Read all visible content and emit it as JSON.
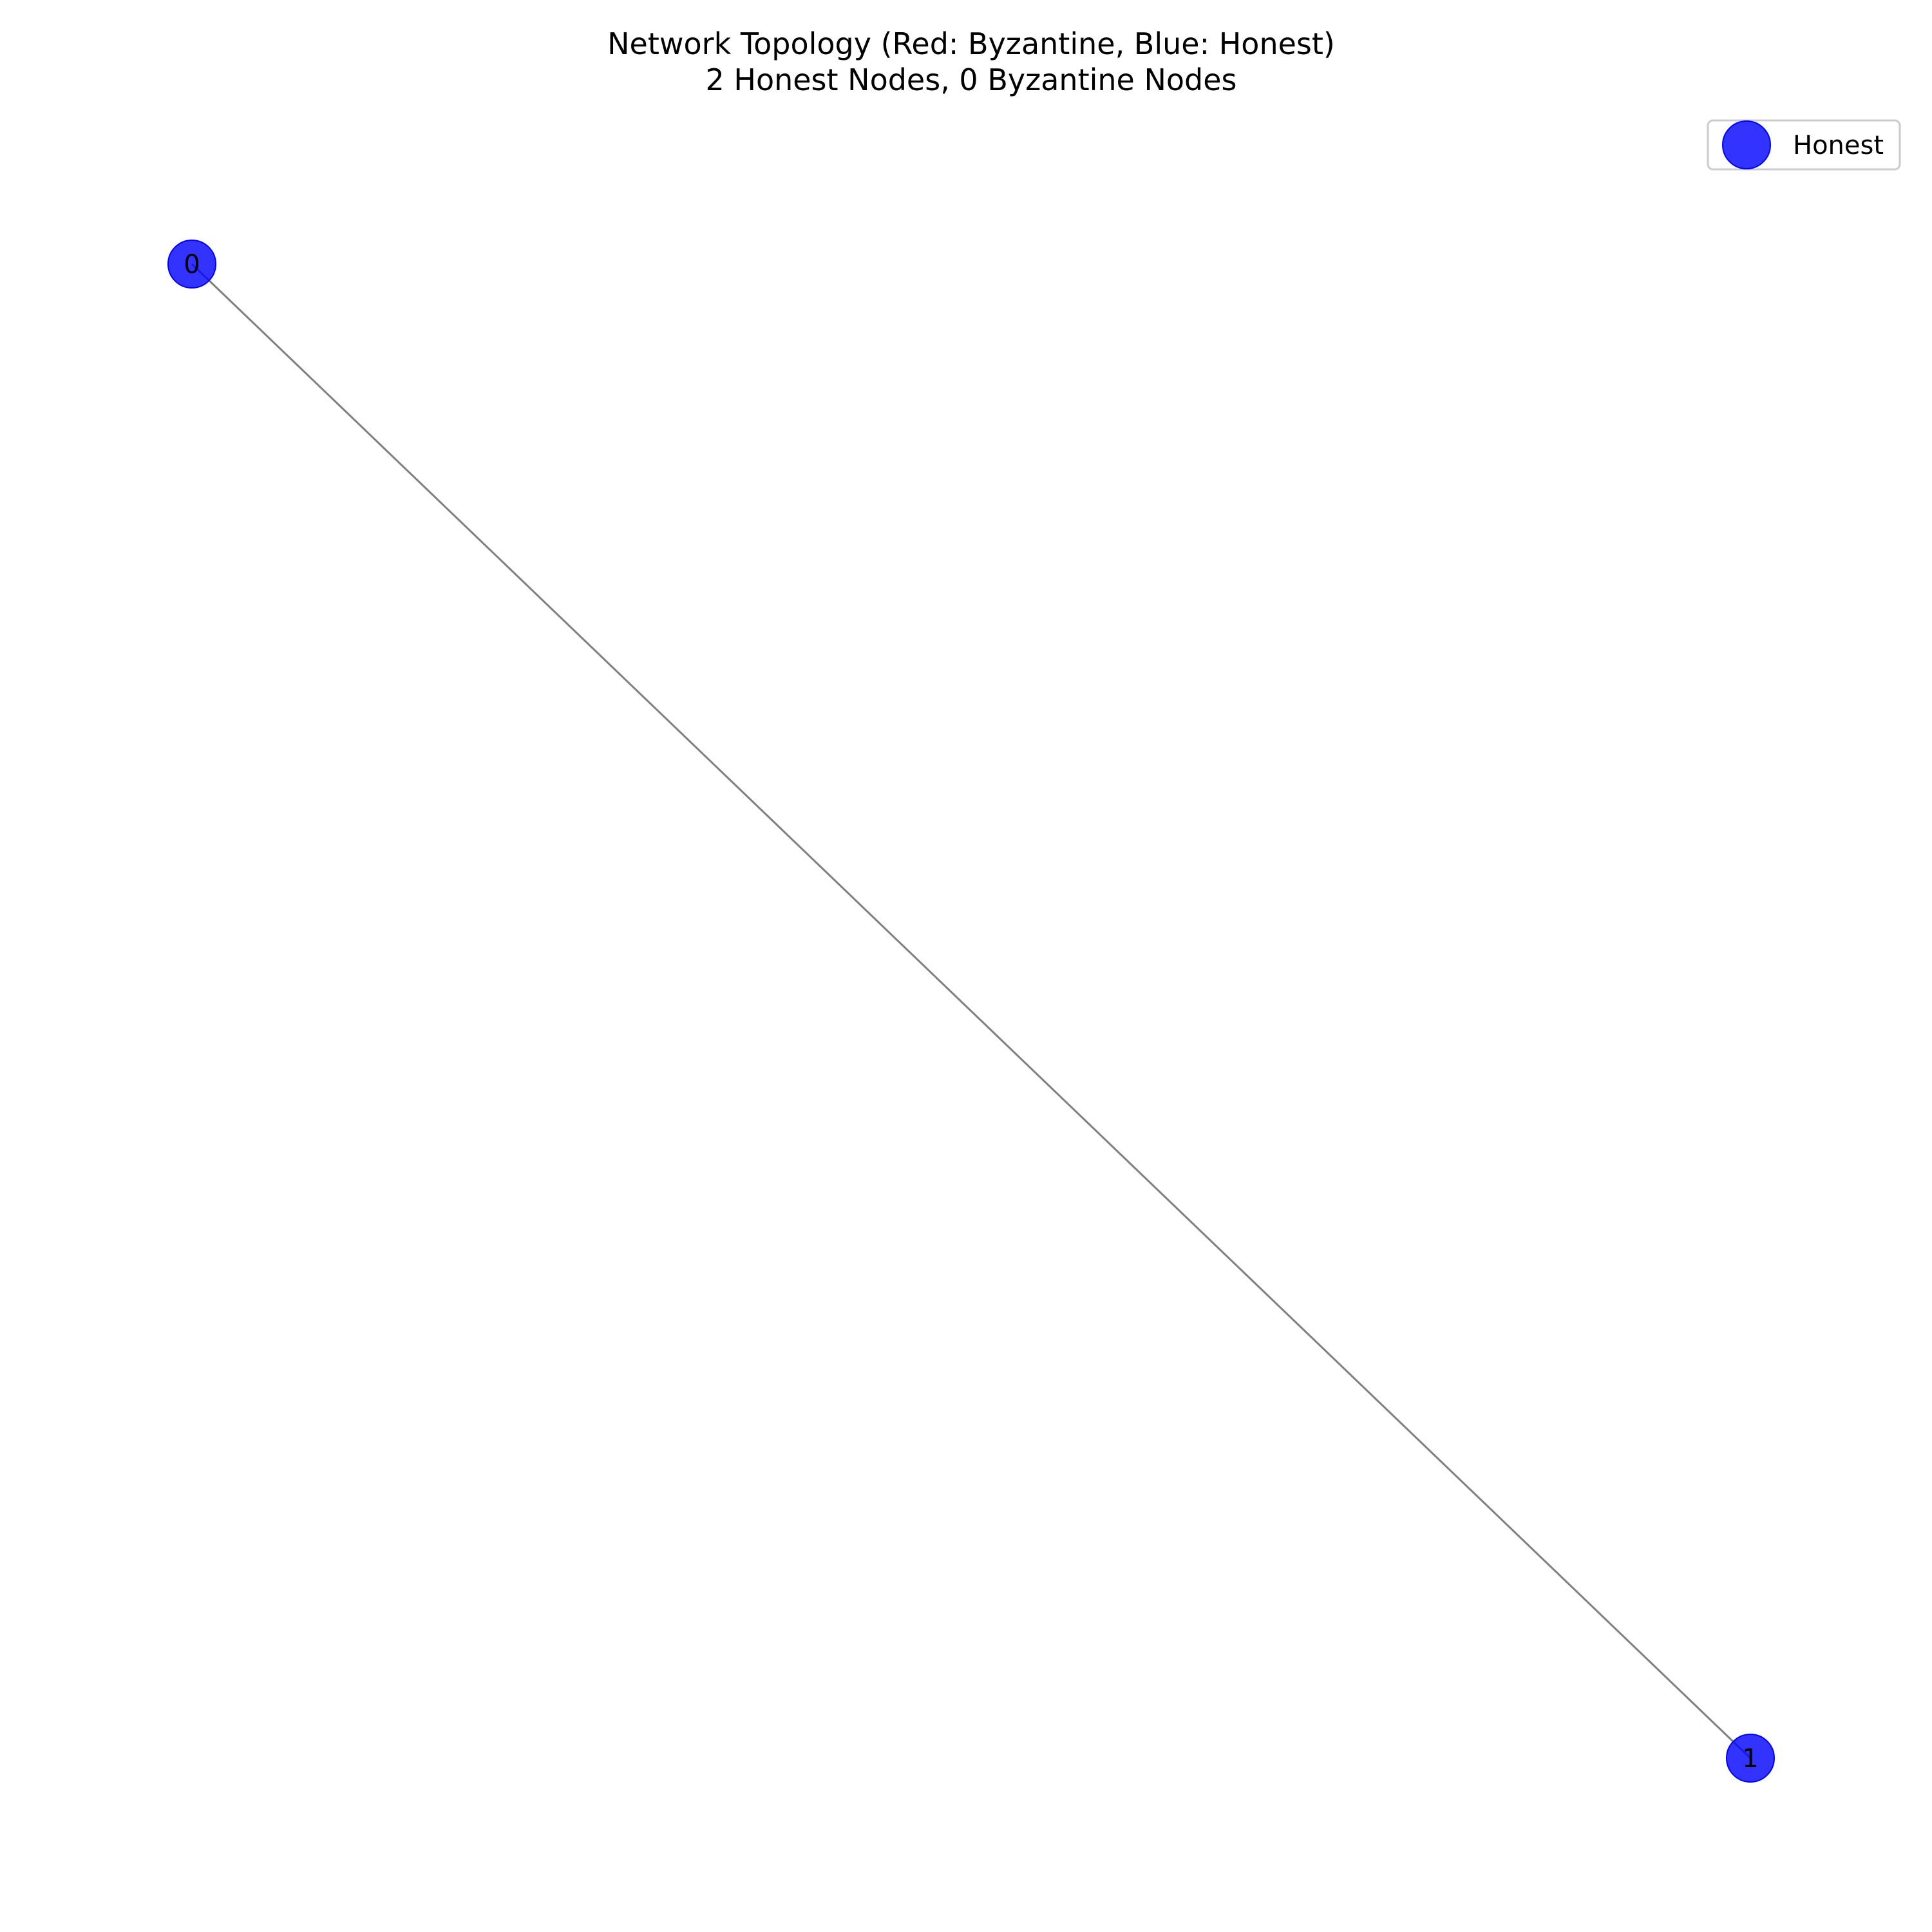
{
  "title": {
    "line1": "Network Topology (Red: Byzantine, Blue: Honest)",
    "line2": "2 Honest Nodes, 0 Byzantine Nodes"
  },
  "colors": {
    "honest": "#0000ff",
    "byzantine": "#ff0000",
    "edge": "#808080"
  },
  "legend": {
    "placement": "upper right",
    "entries": [
      {
        "label": "Honest",
        "type": "honest"
      }
    ]
  },
  "graph": {
    "nodes": [
      {
        "id": "0",
        "label": "0",
        "type": "honest"
      },
      {
        "id": "1",
        "label": "1",
        "type": "honest"
      }
    ],
    "edges": [
      {
        "source": "0",
        "target": "1"
      }
    ]
  }
}
